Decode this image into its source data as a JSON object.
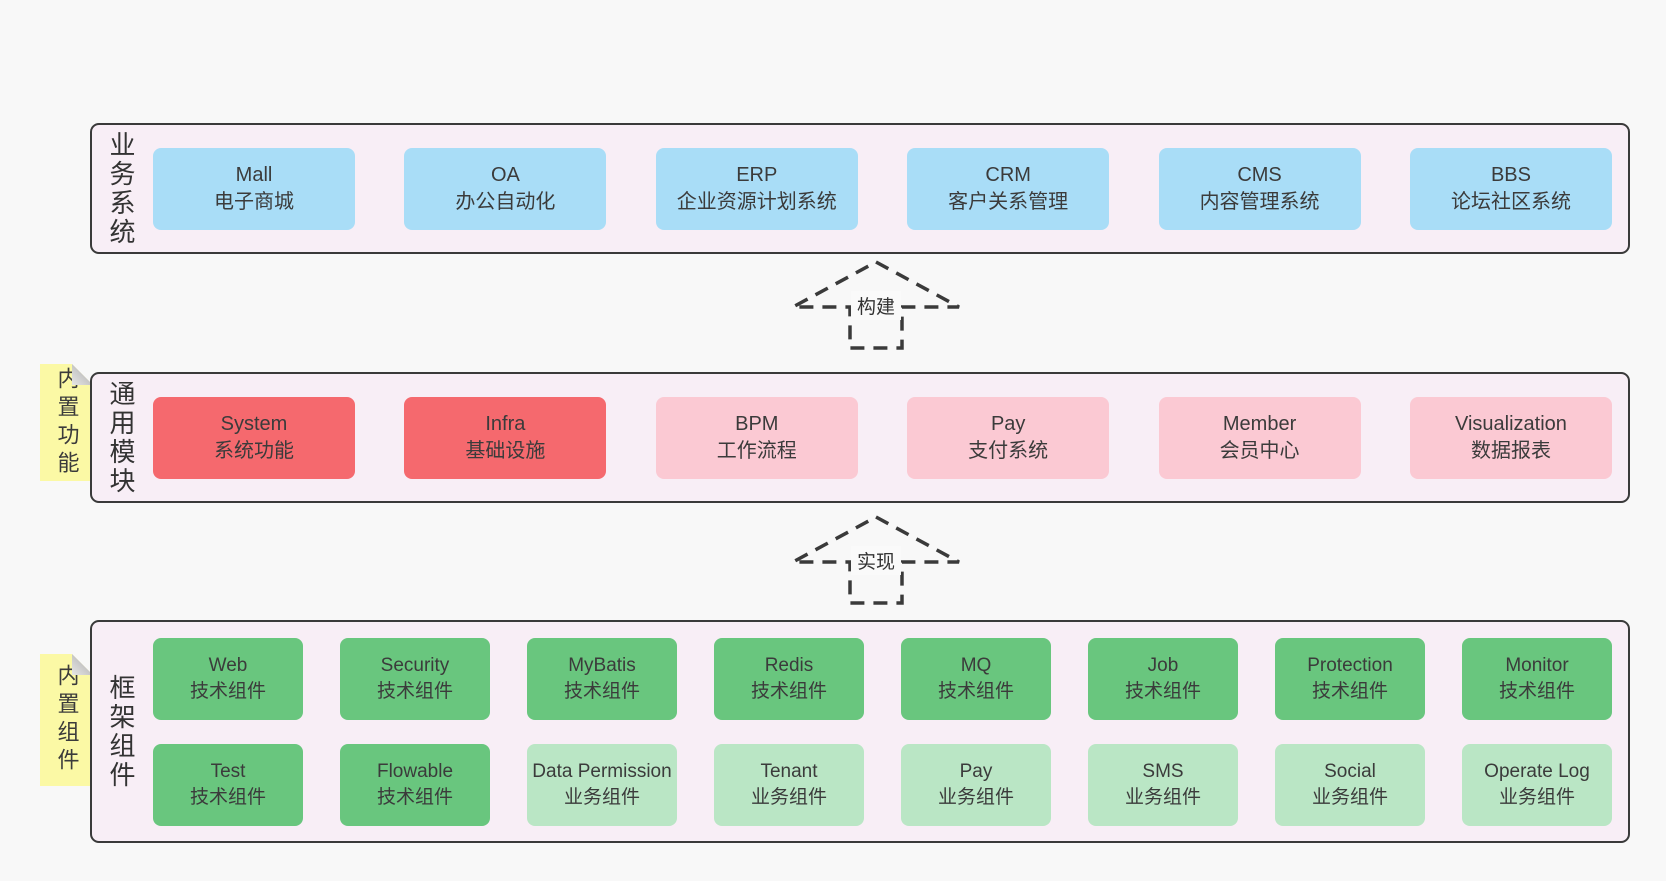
{
  "colors": {
    "page_bg": "#f8f8f8",
    "band_bg": "#f8eef6",
    "band_border": "#3a3a3a",
    "blue": "#a9ddf7",
    "red": "#f5696e",
    "pink": "#fbc9d3",
    "green": "#69c67e",
    "green_light": "#bae6c5",
    "sticky_bg": "#fbf9a5",
    "sticky_fold": "#c6c6c6",
    "text": "#3b3b3b"
  },
  "arrows": [
    {
      "label": "构建"
    },
    {
      "label": "实现"
    }
  ],
  "bands": [
    {
      "label": "业务系统",
      "rows": [
        [
          {
            "title": "Mall",
            "subtitle": "电子商城",
            "color": "#a9ddf7"
          },
          {
            "title": "OA",
            "subtitle": "办公自动化",
            "color": "#a9ddf7"
          },
          {
            "title": "ERP",
            "subtitle": "企业资源计划系统",
            "color": "#a9ddf7"
          },
          {
            "title": "CRM",
            "subtitle": "客户关系管理",
            "color": "#a9ddf7"
          },
          {
            "title": "CMS",
            "subtitle": "内容管理系统",
            "color": "#a9ddf7"
          },
          {
            "title": "BBS",
            "subtitle": "论坛社区系统",
            "color": "#a9ddf7"
          }
        ]
      ]
    },
    {
      "label": "通用模块",
      "sticky": "内置功能",
      "rows": [
        [
          {
            "title": "System",
            "subtitle": "系统功能",
            "color": "#f5696e"
          },
          {
            "title": "Infra",
            "subtitle": "基础设施",
            "color": "#f5696e"
          },
          {
            "title": "BPM",
            "subtitle": "工作流程",
            "color": "#fbc9d3"
          },
          {
            "title": "Pay",
            "subtitle": "支付系统",
            "color": "#fbc9d3"
          },
          {
            "title": "Member",
            "subtitle": "会员中心",
            "color": "#fbc9d3"
          },
          {
            "title": "Visualization",
            "subtitle": "数据报表",
            "color": "#fbc9d3"
          }
        ]
      ]
    },
    {
      "label": "框架组件",
      "sticky": "内置组件",
      "rows": [
        [
          {
            "title": "Web",
            "subtitle": "技术组件",
            "color": "#69c67e"
          },
          {
            "title": "Security",
            "subtitle": "技术组件",
            "color": "#69c67e"
          },
          {
            "title": "MyBatis",
            "subtitle": "技术组件",
            "color": "#69c67e"
          },
          {
            "title": "Redis",
            "subtitle": "技术组件",
            "color": "#69c67e"
          },
          {
            "title": "MQ",
            "subtitle": "技术组件",
            "color": "#69c67e"
          },
          {
            "title": "Job",
            "subtitle": "技术组件",
            "color": "#69c67e"
          },
          {
            "title": "Protection",
            "subtitle": "技术组件",
            "color": "#69c67e"
          },
          {
            "title": "Monitor",
            "subtitle": "技术组件",
            "color": "#69c67e"
          }
        ],
        [
          {
            "title": "Test",
            "subtitle": "技术组件",
            "color": "#69c67e"
          },
          {
            "title": "Flowable",
            "subtitle": "技术组件",
            "color": "#69c67e"
          },
          {
            "title": "Data Permission",
            "subtitle": "业务组件",
            "color": "#bae6c5"
          },
          {
            "title": "Tenant",
            "subtitle": "业务组件",
            "color": "#bae6c5"
          },
          {
            "title": "Pay",
            "subtitle": "业务组件",
            "color": "#bae6c5"
          },
          {
            "title": "SMS",
            "subtitle": "业务组件",
            "color": "#bae6c5"
          },
          {
            "title": "Social",
            "subtitle": "业务组件",
            "color": "#bae6c5"
          },
          {
            "title": "Operate Log",
            "subtitle": "业务组件",
            "color": "#bae6c5"
          }
        ]
      ]
    }
  ]
}
